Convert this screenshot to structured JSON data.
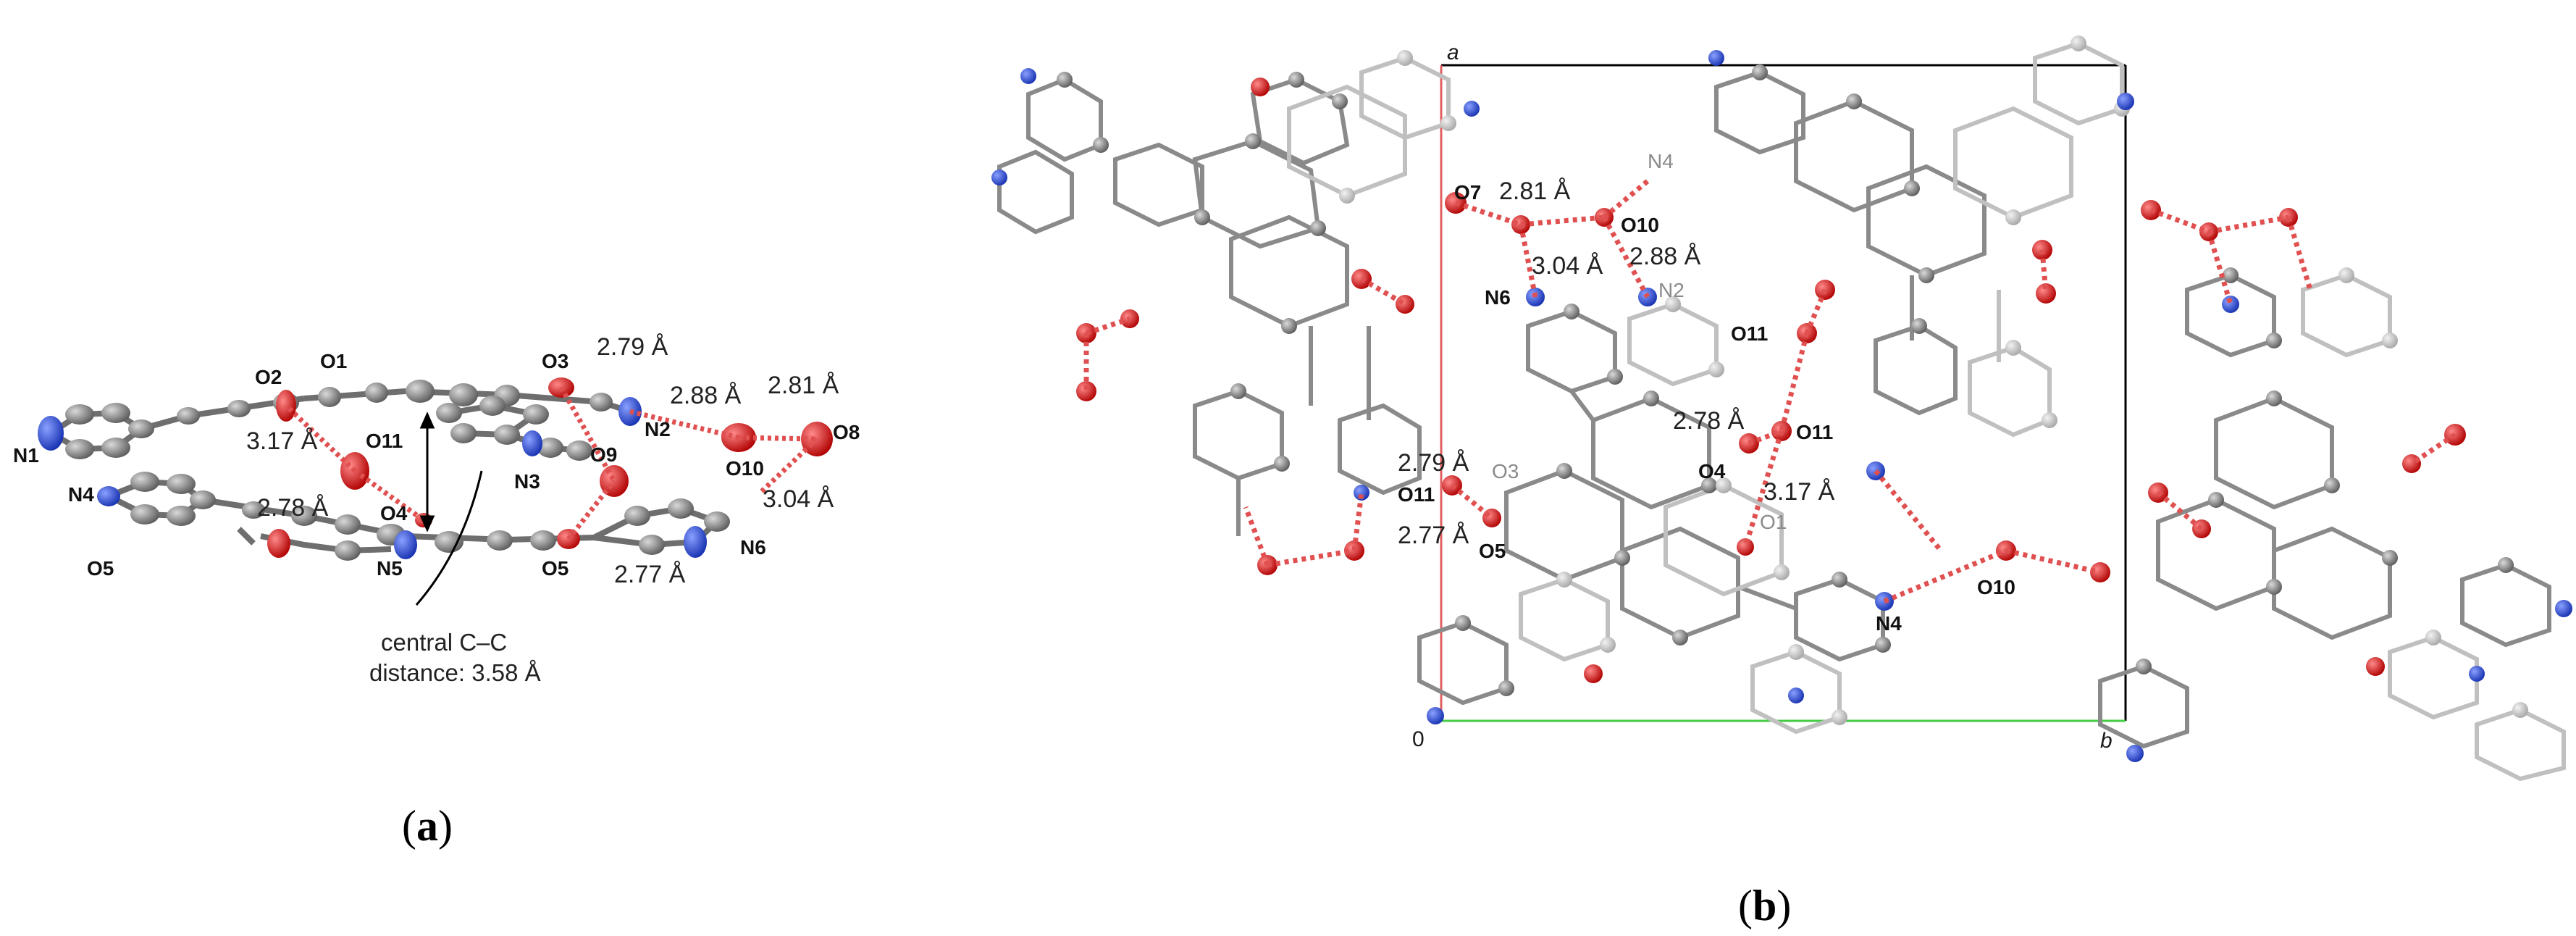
{
  "panel_a": {
    "caption_open": "(",
    "caption_letter": "a",
    "caption_close": ")",
    "atom_labels": {
      "N1": "N1",
      "O2": "O2",
      "O1": "O1",
      "O3": "O3",
      "O11": "O11",
      "N2": "N2",
      "O10": "O10",
      "O8": "O8",
      "O9": "O9",
      "N3": "N3",
      "N4": "N4",
      "O4": "O4",
      "N5": "N5",
      "O5a": "O5",
      "O5b": "O5",
      "N6": "N6"
    },
    "distances": {
      "d279": "2.79 Å",
      "d288": "2.88 Å",
      "d281": "2.81 Å",
      "d317": "3.17 Å",
      "d278": "2.78 Å",
      "d304": "3.04 Å",
      "d277": "2.77 Å"
    },
    "note_line1": "central C–C",
    "note_line2": "distance: 3.58 Å"
  },
  "panel_b": {
    "caption_open": "(",
    "caption_letter": "b",
    "caption_close": ")",
    "axis_a": "a",
    "axis_b": "b",
    "origin": "0",
    "atom_labels": {
      "O7": "O7",
      "N4top": "N4",
      "O10top": "O10",
      "N6": "N6",
      "N2": "N2",
      "O11a": "O11",
      "O11b": "O11",
      "O4": "O4",
      "O3": "O3",
      "O11c": "O11",
      "O5": "O5",
      "O1": "O1",
      "O10bot": "O10",
      "N4bot": "N4"
    },
    "distances": {
      "d281": "2.81 Å",
      "d304": "3.04 Å",
      "d288": "2.88 Å",
      "d278": "2.78 Å",
      "d279": "2.79 Å",
      "d317": "3.17 Å",
      "d277": "2.77 Å"
    }
  },
  "colors": {
    "carbon_dark": "#6e6e6e",
    "carbon_light": "#bdbdbd",
    "oxygen": "#d40000",
    "nitrogen": "#1f3fd0",
    "hbond": "#e05050",
    "axis_a": "#e06060",
    "axis_b": "#44cc44",
    "cell": "#000000"
  }
}
